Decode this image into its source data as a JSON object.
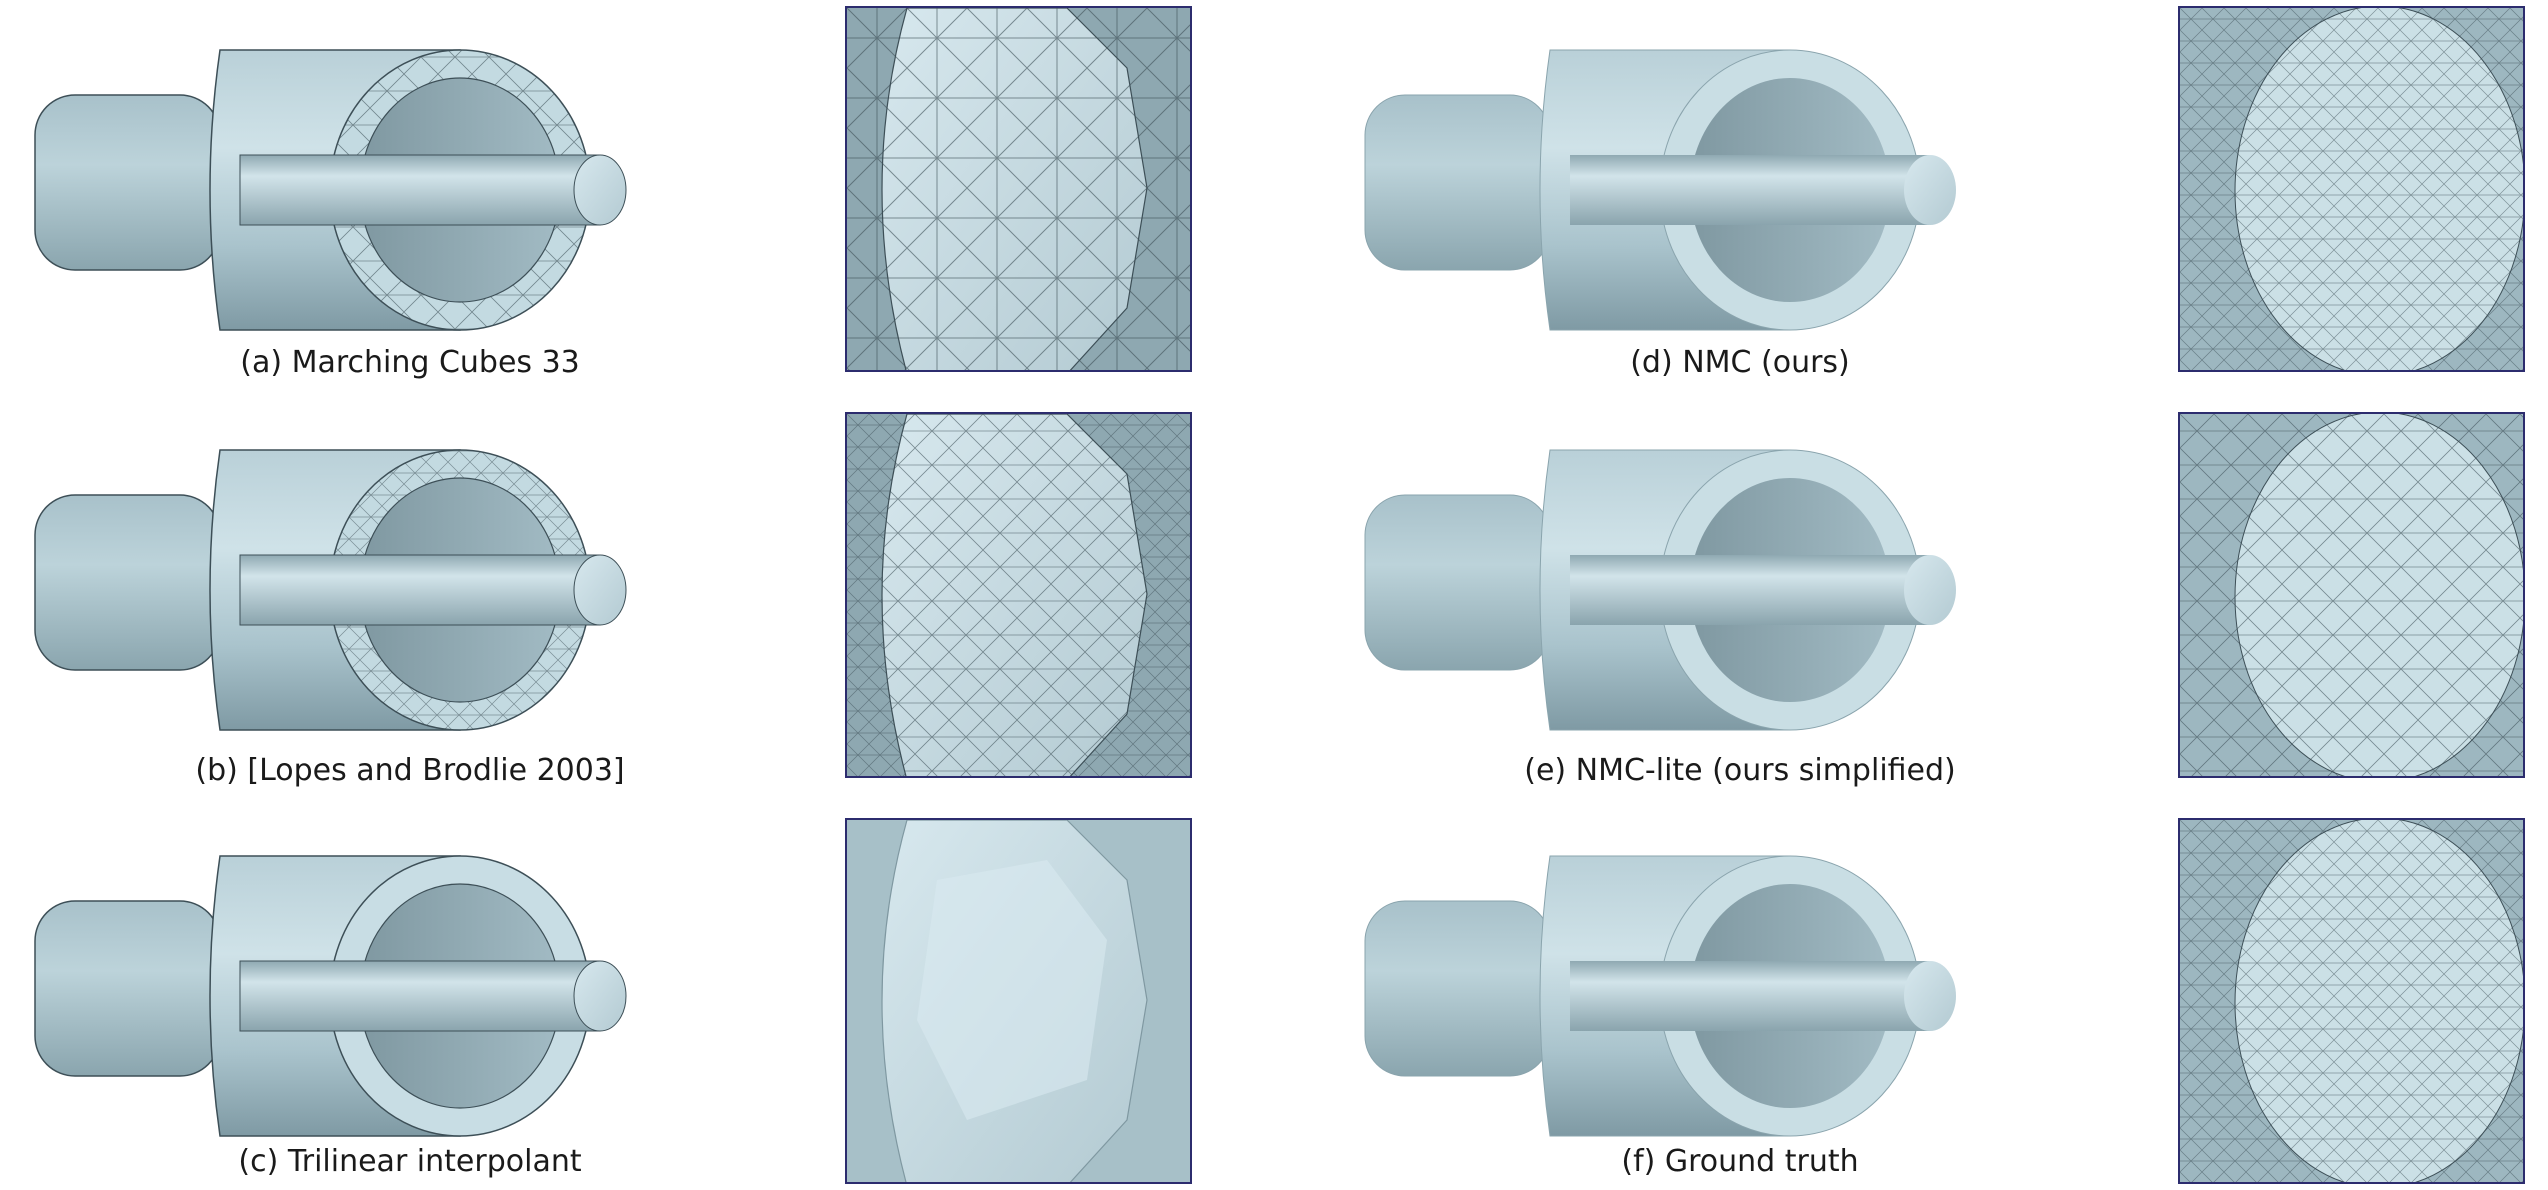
{
  "figure": {
    "panels": [
      {
        "id": "a",
        "caption": "(a) Marching Cubes 33"
      },
      {
        "id": "b",
        "caption": "(b) [Lopes and Brodlie 2003]"
      },
      {
        "id": "c",
        "caption": "(c) Trilinear interpolant"
      },
      {
        "id": "d",
        "caption": "(d) NMC (ours)"
      },
      {
        "id": "e",
        "caption": "(e) NMC-lite (ours simplified)"
      },
      {
        "id": "f",
        "caption": "(f) Ground truth"
      }
    ],
    "colors": {
      "surface_light": "#c9dee4",
      "surface_mid": "#a6c0c9",
      "surface_dark": "#7e99a3",
      "edge": "#3d4f57",
      "zoom_border": "#2c2c6e"
    }
  }
}
